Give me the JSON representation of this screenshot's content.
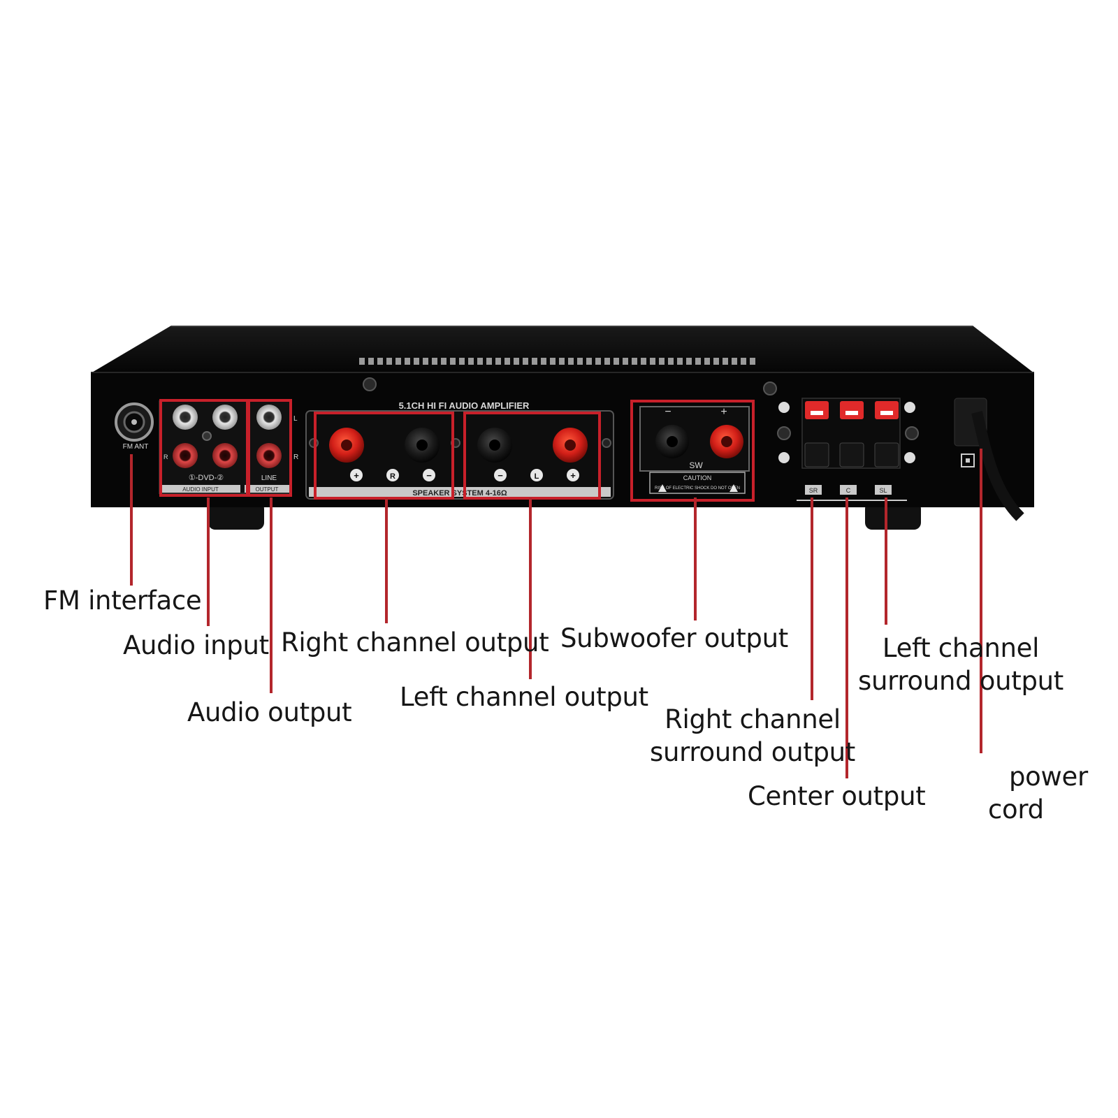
{
  "colors": {
    "chassis": "#0b0b0b",
    "panel": "#050505",
    "highlight": "#c8202a",
    "leader": "#b3262c",
    "terminal_red": "#d21f18",
    "panel_text": "#d8d8d8"
  },
  "panel_labels": {
    "fm_ant": "FM ANT",
    "dvd": "①-DVD-②",
    "line": "LINE",
    "audio_input": "AUDIO INPUT",
    "audio_output": "OUTPUT",
    "l": "L",
    "r": "R",
    "amp_title": "5.1CH HI FI AUDIO AMPLIFIER",
    "speaker_system": "SPEAKER SYSTEM 4-16Ω",
    "right_terminal": "R",
    "left_terminal": "L",
    "plus": "+",
    "minus": "−",
    "sw": "SW",
    "caution": "CAUTION",
    "caution_text": "RISK OF ELECTRIC SHOCK DO NOT OPEN",
    "sr": "SR",
    "c": "C",
    "sl": "SL"
  },
  "callouts": {
    "fm_interface": "FM interface",
    "audio_input": "Audio input",
    "audio_output": "Audio output",
    "right_channel_output": "Right channel output",
    "left_channel_output": "Left channel output",
    "subwoofer_output": "Subwoofer output",
    "right_surround": [
      "Right channel",
      "surround output"
    ],
    "center_output": "Center output",
    "left_surround": [
      "Left channel",
      "surround output"
    ],
    "power_cord": [
      "power",
      "cord"
    ]
  }
}
